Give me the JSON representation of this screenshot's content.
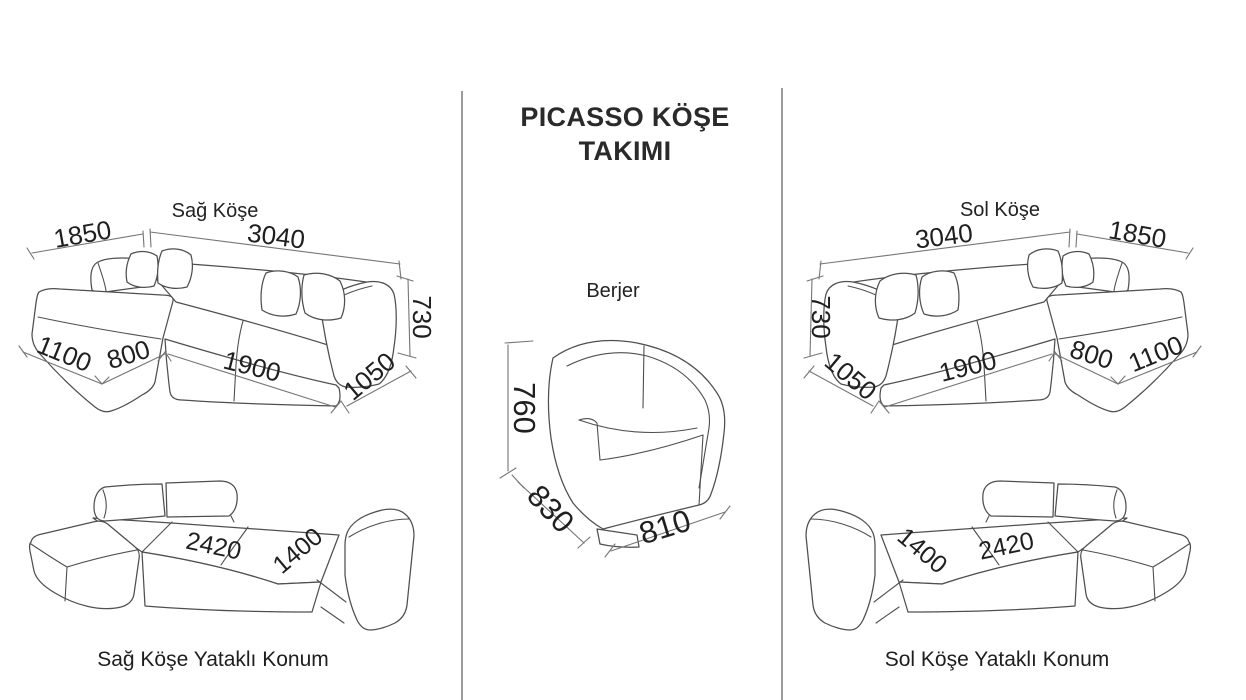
{
  "title": {
    "line1": "PICASSO KÖŞE",
    "line2": "TAKIMI"
  },
  "sections": {
    "sag_kose": {
      "label": "Sağ Köşe",
      "dims": {
        "d1850": "1850",
        "d3040": "3040",
        "d730": "730",
        "d1050": "1050",
        "d1100": "1100",
        "d800": "800",
        "d1900": "1900"
      }
    },
    "sol_kose": {
      "label": "Sol Köşe",
      "dims": {
        "d1850": "1850",
        "d3040": "3040",
        "d730": "730",
        "d1050": "1050",
        "d1100": "1100",
        "d800": "800",
        "d1900": "1900"
      }
    },
    "berjer": {
      "label": "Berjer",
      "dims": {
        "d760": "760",
        "d830": "830",
        "d810": "810"
      }
    },
    "sag_bed": {
      "label": "Sağ Köşe Yataklı Konum",
      "dims": {
        "d2420": "2420",
        "d1400": "1400"
      }
    },
    "sol_bed": {
      "label": "Sol Köşe Yataklı Konum",
      "dims": {
        "d2420": "2420",
        "d1400": "1400"
      }
    }
  },
  "colors": {
    "background": "#ffffff",
    "furniture_line": "#4f4f4f",
    "dimension_line": "#757575",
    "text": "#1f1f1f",
    "divider": "#9b9b9b"
  }
}
